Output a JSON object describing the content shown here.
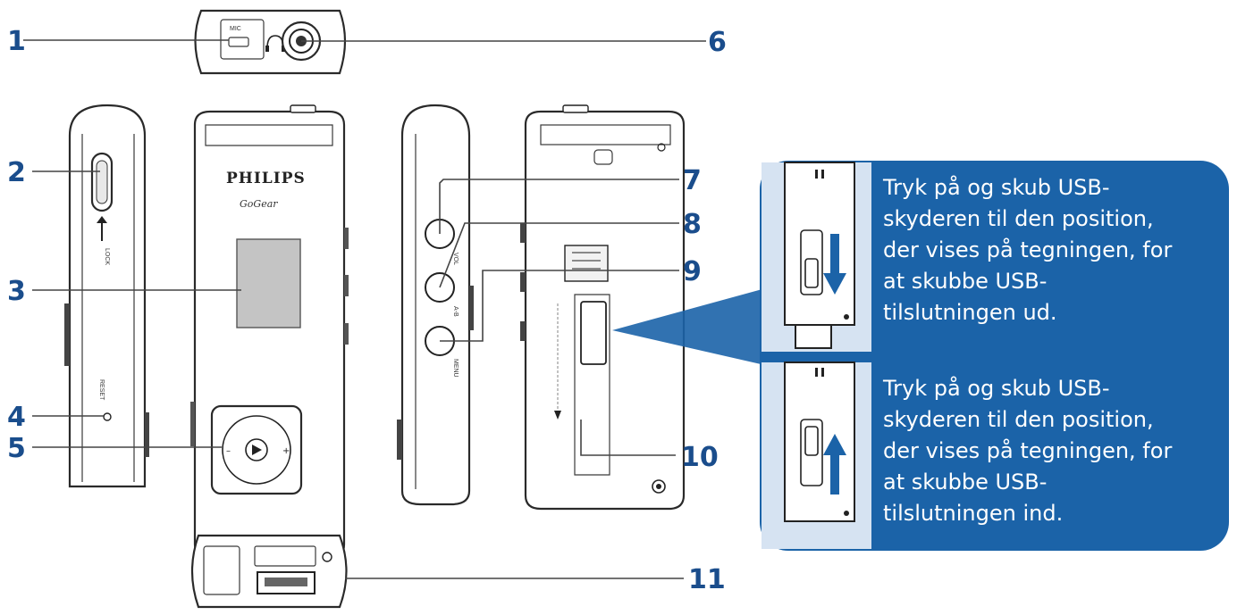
{
  "callouts": [
    {
      "number": "1"
    },
    {
      "number": "2"
    },
    {
      "number": "3"
    },
    {
      "number": "4"
    },
    {
      "number": "5"
    },
    {
      "number": "6"
    },
    {
      "number": "7"
    },
    {
      "number": "8"
    },
    {
      "number": "9"
    },
    {
      "number": "10"
    },
    {
      "number": "11"
    }
  ],
  "device": {
    "brand": "PHILIPS",
    "model": "GoGear",
    "mic_label": "MIC",
    "lock_label": "LOCK",
    "reset_label": "RESET",
    "menu_label": "MENU",
    "vol_label": "VOL",
    "ab_label": "A-B"
  },
  "panel": {
    "accent_color": "#1b63a8",
    "top_lines": [
      "Tryk på og skub USB-",
      "skyderen til den position,",
      "der vises på tegningen, for",
      "at skubbe USB-",
      "tilslutningen ud."
    ],
    "bottom_lines": [
      "Tryk på og skub USB-",
      "skyderen til den position,",
      "der vises på tegningen, for",
      "at skubbe USB-",
      "tilslutningen ind."
    ]
  }
}
